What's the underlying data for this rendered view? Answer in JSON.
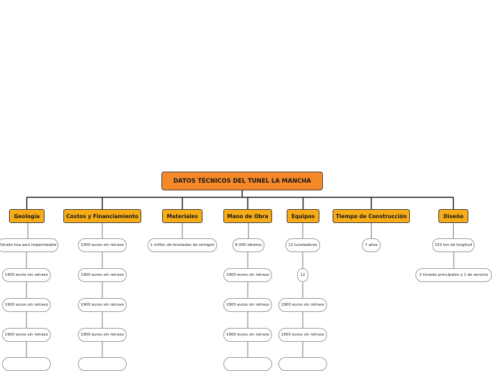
{
  "colors": {
    "root_fill": "#f5892a",
    "branch_fill": "#f7ac16",
    "line": "#1a1a1a",
    "leaf_border": "#9a9a9a"
  },
  "root": {
    "title": "DATOS TÉCNICOS DEL TUNEL LA MANCHA"
  },
  "branches": [
    {
      "label": "Geología",
      "children": [
        "Estrato tiza azul impermeable",
        "1900 euros sin retraso",
        "1900 euros sin retraso",
        "1900 euros sin retraso",
        ""
      ]
    },
    {
      "label": "Costos y Financiamiento",
      "children": [
        "1900 euros sin retraso",
        "1900 euros sin retraso",
        "1900 euros sin retraso",
        "1900 euros sin retraso",
        ""
      ]
    },
    {
      "label": "Materiales",
      "children": [
        "1 millón de toneladas de ormigon"
      ]
    },
    {
      "label": "Mano de Obra",
      "children": [
        "8 000 obreros",
        "1900 euros sin retraso",
        "1900 euros sin retraso",
        "1900 euros sin retraso",
        ""
      ]
    },
    {
      "label": "Equipos",
      "children": [
        "12 tuneladoras",
        "12",
        "1900 euros sin retraso",
        "1900 euros sin retraso",
        ""
      ]
    },
    {
      "label": "Tiempo de Construcción",
      "children": [
        "7 años"
      ]
    },
    {
      "label": "Diseño",
      "children": [
        "153 km de longitud",
        "2 túneles principales y 1 de servicio"
      ]
    }
  ]
}
